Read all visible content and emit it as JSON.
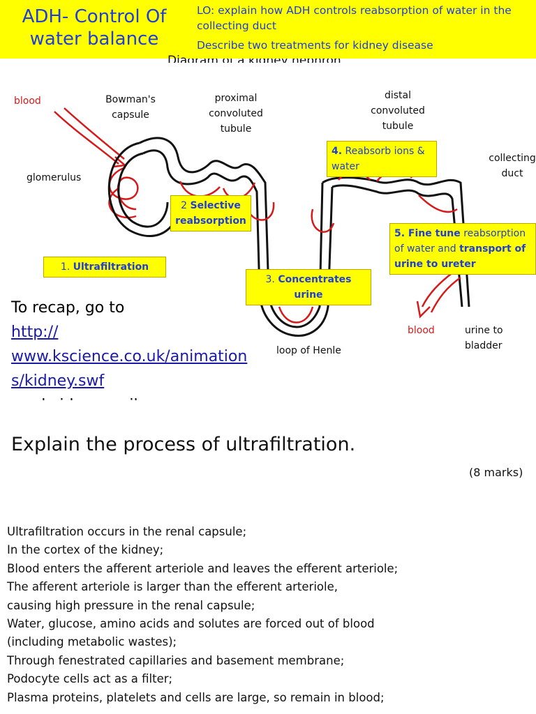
{
  "header": {
    "title_line1": "ADH- Control Of",
    "title_line2": "water balance",
    "lo_line1": "LO: explain how ADH  controls reabsorption of water in the collecting duct",
    "lo_line2": "Describe two treatments for kidney disease",
    "covered_heading": "Diagram of a kidney nephron"
  },
  "diagram": {
    "labels": {
      "blood_in": "blood",
      "bowmans_capsule": "Bowman's capsule",
      "proximal_tubule": "proximal convoluted tubule",
      "distal_tubule": "distal convoluted tubule",
      "collecting_duct": "collecting duct",
      "glomerulus": "glomerulus",
      "loop_of_henle": "loop of Henle",
      "blood_out": "blood",
      "urine": "urine to bladder"
    },
    "callouts": {
      "c1_num": "1.",
      "c1_bold": "Ultrafiltration",
      "c2_num": "2",
      "c2_bold": "Selective reabsorption",
      "c3_num": "3.",
      "c3_bold": "Concentrates urine",
      "c4_num": "4.",
      "c4_text": "Reabsorb ions & water",
      "c5_bold1": "5. Fine tune",
      "c5_text1": "reabsorption of water and",
      "c5_bold2": "transport of urine to ureter"
    },
    "colors": {
      "tubule": "#111111",
      "capillary": "#d61a1a",
      "callout_bg": "#ffff00",
      "callout_text": "#1f3fd6"
    }
  },
  "recap": {
    "intro": "To recap, go to",
    "link_part1": "http://",
    "link_part2": "www.kscience.co.uk/animations/kidney.swf",
    "outro": "and videos on ilearn"
  },
  "question": {
    "text": "Explain the process of ultrafiltration.",
    "marks": "(8 marks)"
  },
  "answer_lines": [
    "Ultrafiltration occurs in the renal capsule;",
    "In the cortex of the kidney;",
    "Blood enters the afferent arteriole and leaves the efferent arteriole;",
    "The afferent arteriole is larger than the efferent arteriole,",
    "causing high pressure in the renal capsule;",
    "Water, glucose, amino acids and solutes are forced out of blood",
    "(including metabolic wastes);",
    "Through fenestrated capillaries and basement membrane;",
    "Podocyte cells act as a filter;",
    "Plasma proteins, platelets and cells are large, so remain in blood;"
  ]
}
